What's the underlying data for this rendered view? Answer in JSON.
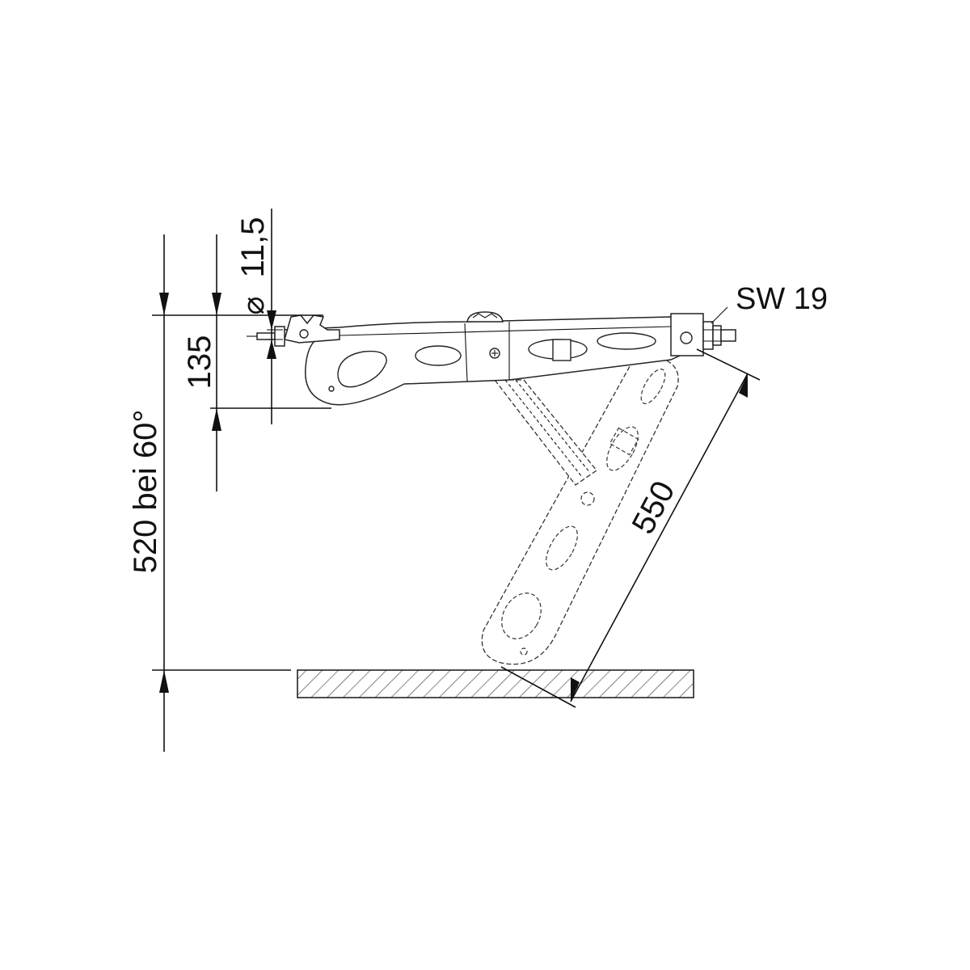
{
  "dimensions": {
    "total_height": "520 bei 60°",
    "mount_height": "135",
    "bolt_diameter": "11,5",
    "diameter_symbol": "⌀",
    "wrench_size": "SW 19",
    "arm_length": "550"
  },
  "icons": {
    "ground": "hatched-ground-plate",
    "jack": "scissor-support-jack"
  }
}
